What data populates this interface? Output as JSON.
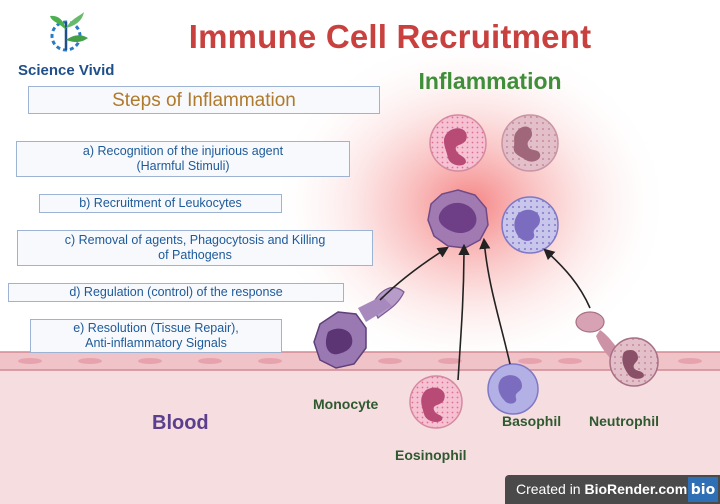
{
  "title": "Immune Cell Recruitment",
  "brand": {
    "name": "Science Vivid"
  },
  "inflammation_label": "Inflammation",
  "steps": {
    "heading": "Steps of Inflammation",
    "items": [
      {
        "line1": "a) Recognition of the injurious agent",
        "line2": "(Harmful Stimuli)"
      },
      {
        "line1": "b) Recruitment of Leukocytes",
        "line2": ""
      },
      {
        "line1": "c) Removal of agents, Phagocytosis and Killing",
        "line2": "of Pathogens"
      },
      {
        "line1": "d) Regulation (control) of the response",
        "line2": ""
      },
      {
        "line1": "e) Resolution (Tissue Repair),",
        "line2": "Anti-inflammatory Signals"
      }
    ]
  },
  "cells": {
    "monocyte": "Monocyte",
    "eosinophil": "Eosinophil",
    "basophil": "Basophil",
    "neutrophil": "Neutrophil"
  },
  "blood_label": "Blood",
  "footer": {
    "prefix": "Created in ",
    "brand": "BioRender.com",
    "logo": "bio"
  },
  "colors": {
    "title": "#c8413f",
    "inflammation": "#3f8f3a",
    "steps_text": "#1e5a99",
    "blood": "#5b3f8c"
  }
}
